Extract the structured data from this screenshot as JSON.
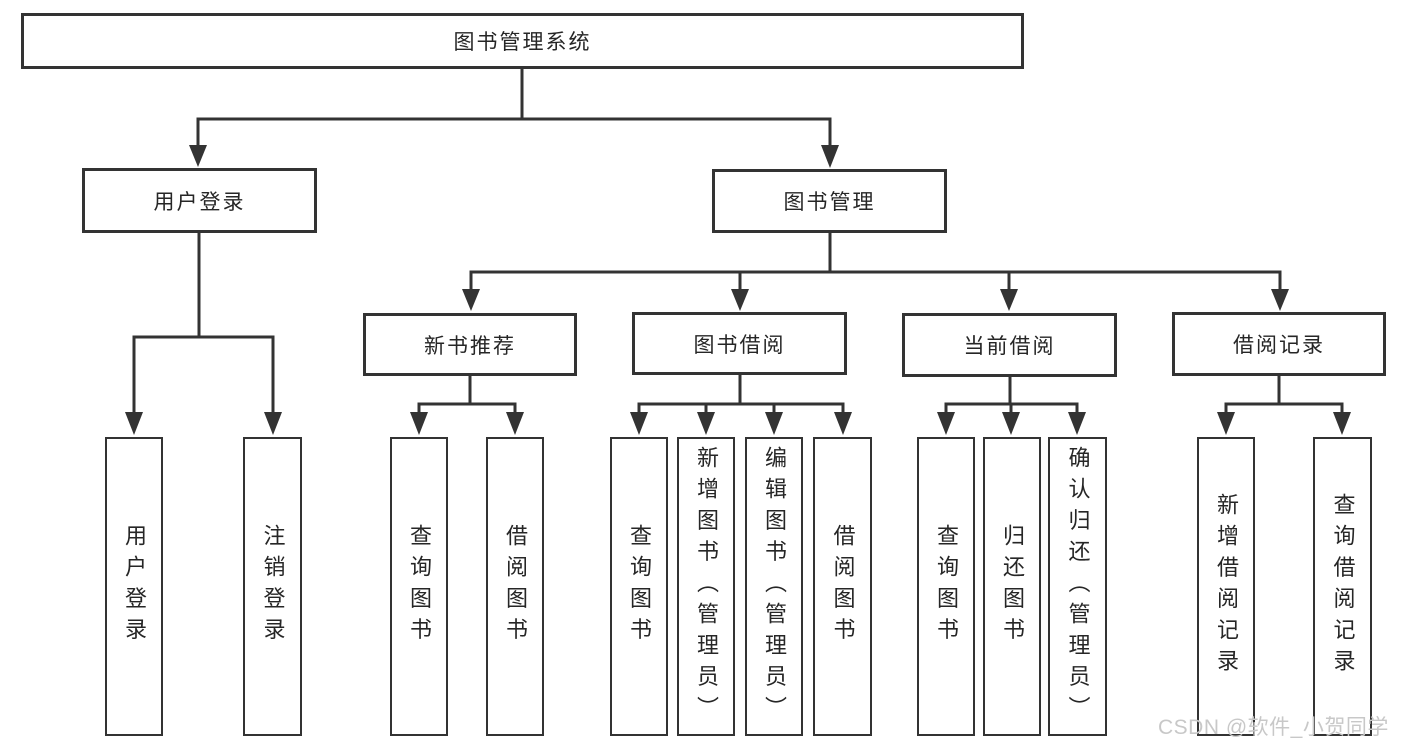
{
  "colors": {
    "line": "#333333",
    "text": "#262626",
    "watermark": "#c8c8c8",
    "background": "#ffffff"
  },
  "tree": {
    "label": "图书管理系统",
    "children": [
      {
        "label": "用户登录",
        "children": [
          {
            "label": "用户登录"
          },
          {
            "label": "注销登录"
          }
        ]
      },
      {
        "label": "图书管理",
        "children": [
          {
            "label": "新书推荐",
            "children": [
              {
                "label": "查询图书"
              },
              {
                "label": "借阅图书"
              }
            ]
          },
          {
            "label": "图书借阅",
            "children": [
              {
                "label": "查询图书"
              },
              {
                "label": "新增图书（管理员）"
              },
              {
                "label": "编辑图书（管理员）"
              },
              {
                "label": "借阅图书"
              }
            ]
          },
          {
            "label": "当前借阅",
            "children": [
              {
                "label": "查询图书"
              },
              {
                "label": "归还图书"
              },
              {
                "label": "确认归还（管理员）"
              }
            ]
          },
          {
            "label": "借阅记录",
            "children": [
              {
                "label": "新增借阅记录"
              },
              {
                "label": "查询借阅记录"
              }
            ]
          }
        ]
      }
    ]
  },
  "watermark": {
    "text": "CSDN @软件_小贺同学"
  }
}
